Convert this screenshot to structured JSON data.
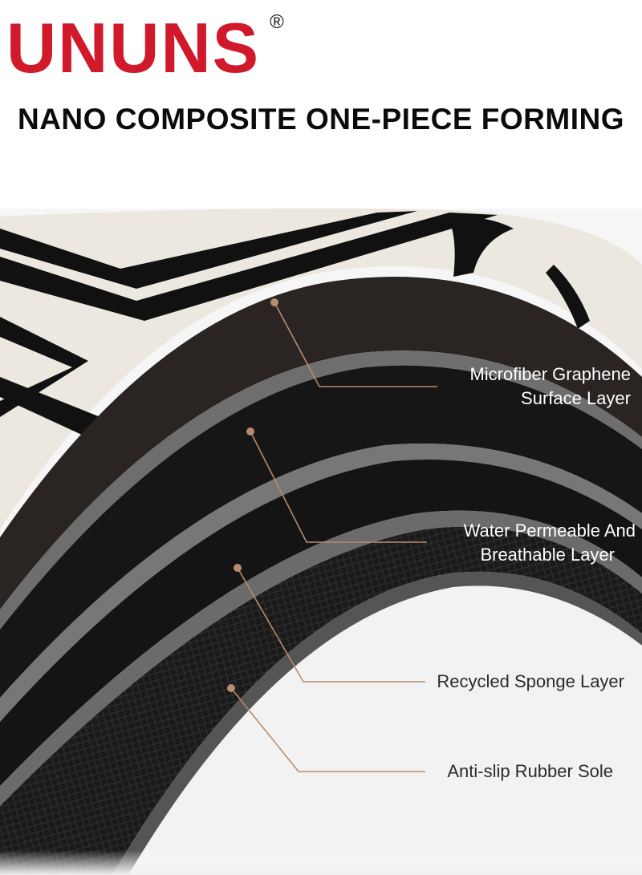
{
  "brand": {
    "name": "UNUNS",
    "registered_mark": "®",
    "color": "#d0192b"
  },
  "headline": "NANO COMPOSITE ONE-PIECE FORMING",
  "callout_color": "#b98b6e",
  "layers": [
    {
      "id": "surface",
      "lines": [
        "Microfiber Graphene",
        "Surface Layer"
      ]
    },
    {
      "id": "breathable",
      "lines": [
        "Water Permeable And",
        "Breathable Layer"
      ]
    },
    {
      "id": "sponge",
      "lines": [
        "Recycled Sponge Layer"
      ]
    },
    {
      "id": "sole",
      "lines": [
        "Anti-slip Rubber Sole"
      ]
    }
  ]
}
